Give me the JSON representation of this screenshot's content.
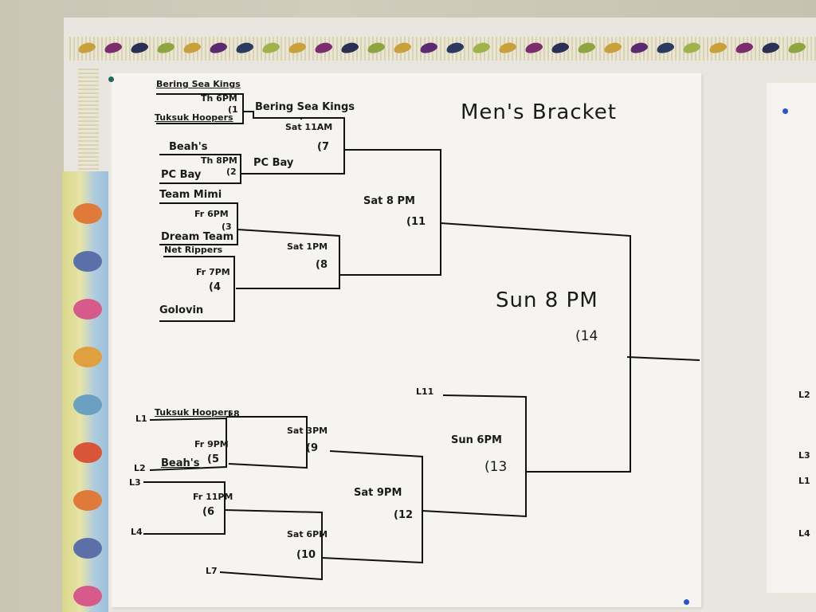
{
  "title": "Men's Bracket",
  "round1": {
    "g1": {
      "team_a": "Bering Sea Kings",
      "time": "Th 6PM",
      "num": "(1",
      "team_b": "Tuksuk Hoopers"
    },
    "g2": {
      "team_a": "Beah's",
      "time": "Th 8PM",
      "num": "(2",
      "team_b": "PC Bay"
    },
    "g3": {
      "team_a": "Team Mimi",
      "time": "Fr 6PM",
      "num": "(3",
      "team_b": "Dream Team"
    },
    "g4": {
      "team_a": "Net Rippers",
      "time": "Fr 7PM",
      "num": "(4",
      "team_b": "Golovin"
    }
  },
  "round2": {
    "g7": {
      "winner": "Bering Sea Kings",
      "time": "Sat 11AM",
      "num": "(7",
      "team_b": "PC Bay"
    },
    "g8": {
      "time": "Sat 1PM",
      "num": "(8"
    }
  },
  "g11": {
    "time": "Sat 8 PM",
    "num": "(11"
  },
  "g14": {
    "time": "Sun 8 PM",
    "num": "(14"
  },
  "losers": {
    "g5": {
      "l1": "L1",
      "team": "Tuksuk Hoopers",
      "l8": "L8",
      "time": "Fr 9PM",
      "num": "(5",
      "l2": "L2",
      "team2": "Beah's"
    },
    "g6": {
      "l3": "L3",
      "time": "Fr 11PM",
      "num": "(6",
      "l4": "L4"
    },
    "g9": {
      "time": "Sat 3PM",
      "num": "(9"
    },
    "g10": {
      "time": "Sat 6PM",
      "num": "(10",
      "l7": "L7"
    },
    "g12": {
      "time": "Sat 9PM",
      "num": "(12"
    },
    "g13": {
      "l11": "L11",
      "time": "Sun 6PM",
      "num": "(13"
    }
  },
  "right_paper": {
    "labels": [
      "L2",
      "L3",
      "L1",
      "L4"
    ]
  }
}
